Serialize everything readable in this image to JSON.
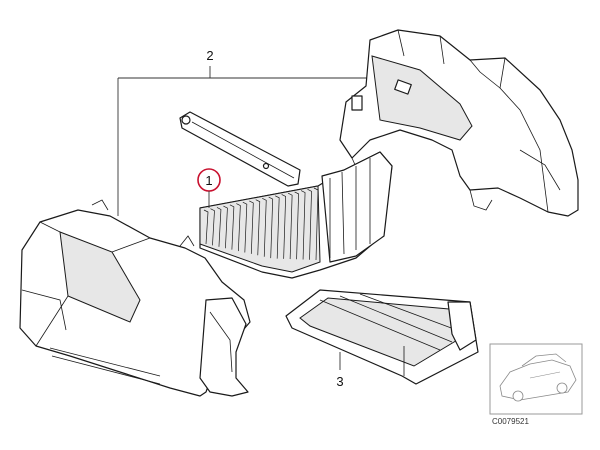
{
  "callouts": {
    "part_1": "1",
    "part_2": "2",
    "part_3": "3"
  },
  "highlight_color": "#c8102e",
  "thumbnail": {
    "code": "C0079521"
  }
}
